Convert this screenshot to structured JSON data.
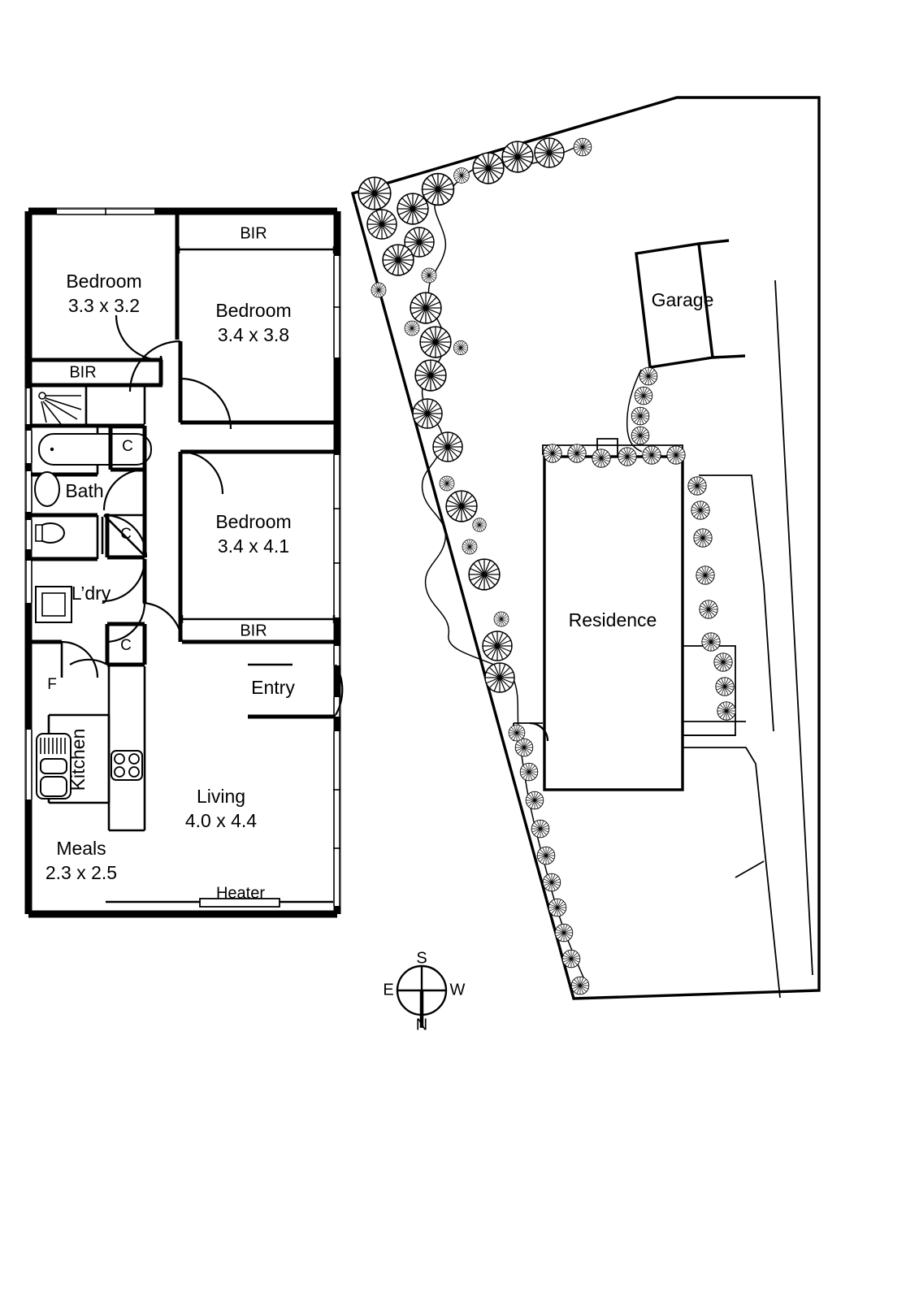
{
  "document": {
    "type": "real-estate-floor-plan",
    "background_color": "#ffffff",
    "line_color": "#000000"
  },
  "floor_plan": {
    "rooms": [
      {
        "id": "bedroom-1",
        "label": "Bedroom",
        "dimensions": "3.3 x 3.2"
      },
      {
        "id": "bedroom-2",
        "label": "Bedroom",
        "dimensions": "3.4 x 3.8"
      },
      {
        "id": "bedroom-3",
        "label": "Bedroom",
        "dimensions": "3.4 x 4.1"
      },
      {
        "id": "living",
        "label": "Living",
        "dimensions": "4.0 x 4.4"
      },
      {
        "id": "meals",
        "label": "Meals",
        "dimensions": "2.3 x 2.5"
      },
      {
        "id": "bath",
        "label": "Bath",
        "dimensions": ""
      },
      {
        "id": "laundry",
        "label": "L’dry",
        "dimensions": ""
      },
      {
        "id": "kitchen",
        "label": "Kitchen",
        "dimensions": ""
      },
      {
        "id": "entry",
        "label": "Entry",
        "dimensions": ""
      }
    ],
    "annotations": {
      "bir_top": "BIR",
      "bir_left": "BIR",
      "bir_bottom": "BIR",
      "closet_1": "C",
      "closet_2": "C",
      "closet_3": "C",
      "fridge": "F",
      "heater": "Heater"
    }
  },
  "site_plan": {
    "buildings": [
      {
        "id": "residence",
        "label": "Residence"
      },
      {
        "id": "garage",
        "label": "Garage"
      }
    ]
  },
  "compass": {
    "top": "S",
    "left": "E",
    "right": "W",
    "bottom": "N"
  }
}
